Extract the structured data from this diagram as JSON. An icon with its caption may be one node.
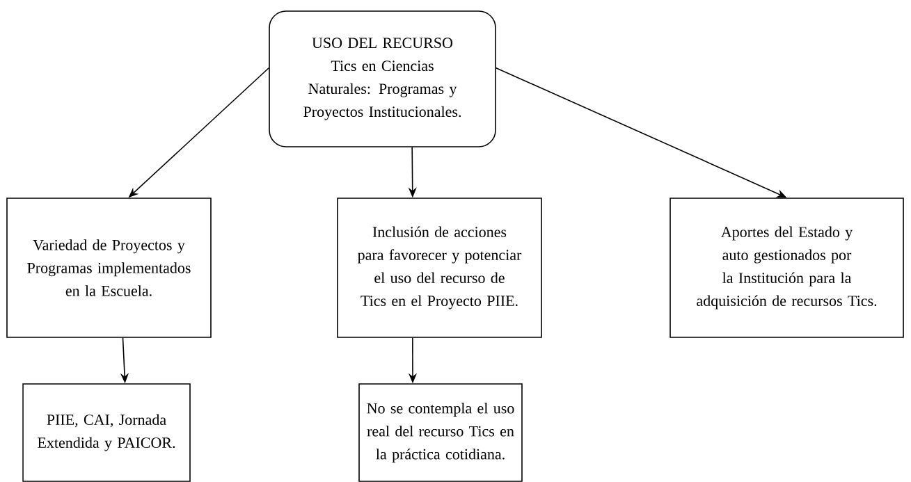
{
  "diagram": {
    "nodes": [
      {
        "text": [
          "USO DEL RECURSO Tics en Ciencias Naturales: Programas y Proyectos Institucionales."
        ]
      },
      {
        "text": [
          "Variedad de Proyectos y Programas implementados en la Escuela."
        ]
      },
      {
        "text": [
          "Inclusión de acciones para favorecer y potenciar el uso del recurso de Tics en el Proyecto PIIE."
        ]
      },
      {
        "text": [
          "Aportes del Estado y auto gestionados por la Institución para la adquisición de recursos Tics."
        ]
      },
      {
        "text": [
          "PIIE, CAI, Jornada Extendida y PAICOR."
        ]
      },
      {
        "text": [
          "No se contempla el uso real del recurso Tics en la práctica cotidiana."
        ]
      }
    ],
    "edges": [
      {
        "from": 0,
        "to": 1,
        "arrow": "to"
      },
      {
        "from": 0,
        "to": 2,
        "arrow": "to"
      },
      {
        "from": 0,
        "to": 3,
        "arrow": "to"
      },
      {
        "from": 1,
        "to": 4,
        "arrow": "to"
      },
      {
        "from": 2,
        "to": 5,
        "arrow": "to"
      }
    ]
  }
}
